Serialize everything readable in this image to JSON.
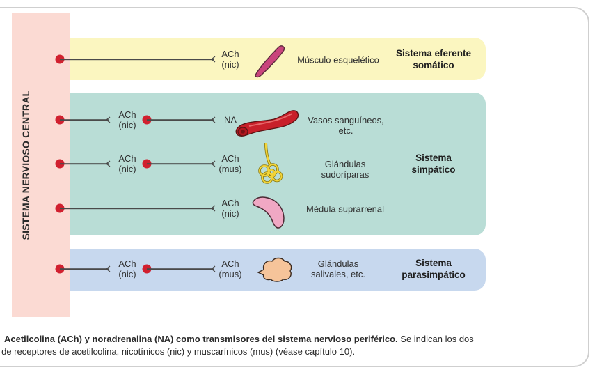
{
  "figure": {
    "cns_label": "SISTEMA NERVIOSO CENTRAL",
    "colors": {
      "cns": "#fbdad3",
      "somatic_band": "#fbf6c0",
      "sympathetic_band": "#b9ddd6",
      "parasympathetic_band": "#c7d8ee",
      "neuron_body": "#d1202f"
    },
    "systems": [
      {
        "id": "somatic",
        "line1": "Sistema eferente",
        "line2": "somático"
      },
      {
        "id": "sympathetic",
        "line1": "Sistema",
        "line2": "simpático"
      },
      {
        "id": "parasympathetic",
        "line1": "Sistema",
        "line2": "parasimpático"
      }
    ],
    "pathways": [
      {
        "id": "skeletal-muscle",
        "ganglion": null,
        "effector_nt": "ACh",
        "effector_receptor": "(nic)",
        "target_line1": "Músculo esquelético",
        "target_line2": "",
        "organ_icon": "muscle-icon"
      },
      {
        "id": "blood-vessels",
        "ganglion_nt": "ACh",
        "ganglion_receptor": "(nic)",
        "effector_nt": "NA",
        "effector_receptor": "",
        "target_line1": "Vasos sanguíneos,",
        "target_line2": "etc.",
        "organ_icon": "blood-vessel-icon"
      },
      {
        "id": "sweat-glands",
        "ganglion_nt": "ACh",
        "ganglion_receptor": "(nic)",
        "effector_nt": "ACh",
        "effector_receptor": "(mus)",
        "target_line1": "Glándulas",
        "target_line2": "sudoríparas",
        "organ_icon": "sweat-gland-icon"
      },
      {
        "id": "adrenal-medulla",
        "ganglion": null,
        "effector_nt": "ACh",
        "effector_receptor": "(nic)",
        "target_line1": "Médula suprarrenal",
        "target_line2": "",
        "organ_icon": "adrenal-medulla-icon"
      },
      {
        "id": "salivary-glands",
        "ganglion_nt": "ACh",
        "ganglion_receptor": "(nic)",
        "effector_nt": "ACh",
        "effector_receptor": "(mus)",
        "target_line1": "Glándulas",
        "target_line2": "salivales, etc.",
        "organ_icon": "salivary-gland-icon"
      }
    ]
  },
  "caption": {
    "bold": "Acetilcolina (ACh) y noradrenalina (NA) como transmisores del sistema nervioso periférico.",
    "line1_rest": " Se indican los dos",
    "line2": "s de receptores de acetilcolina, nicotínicos (nic) y muscarínicos (mus) (véase capítulo 10)."
  }
}
